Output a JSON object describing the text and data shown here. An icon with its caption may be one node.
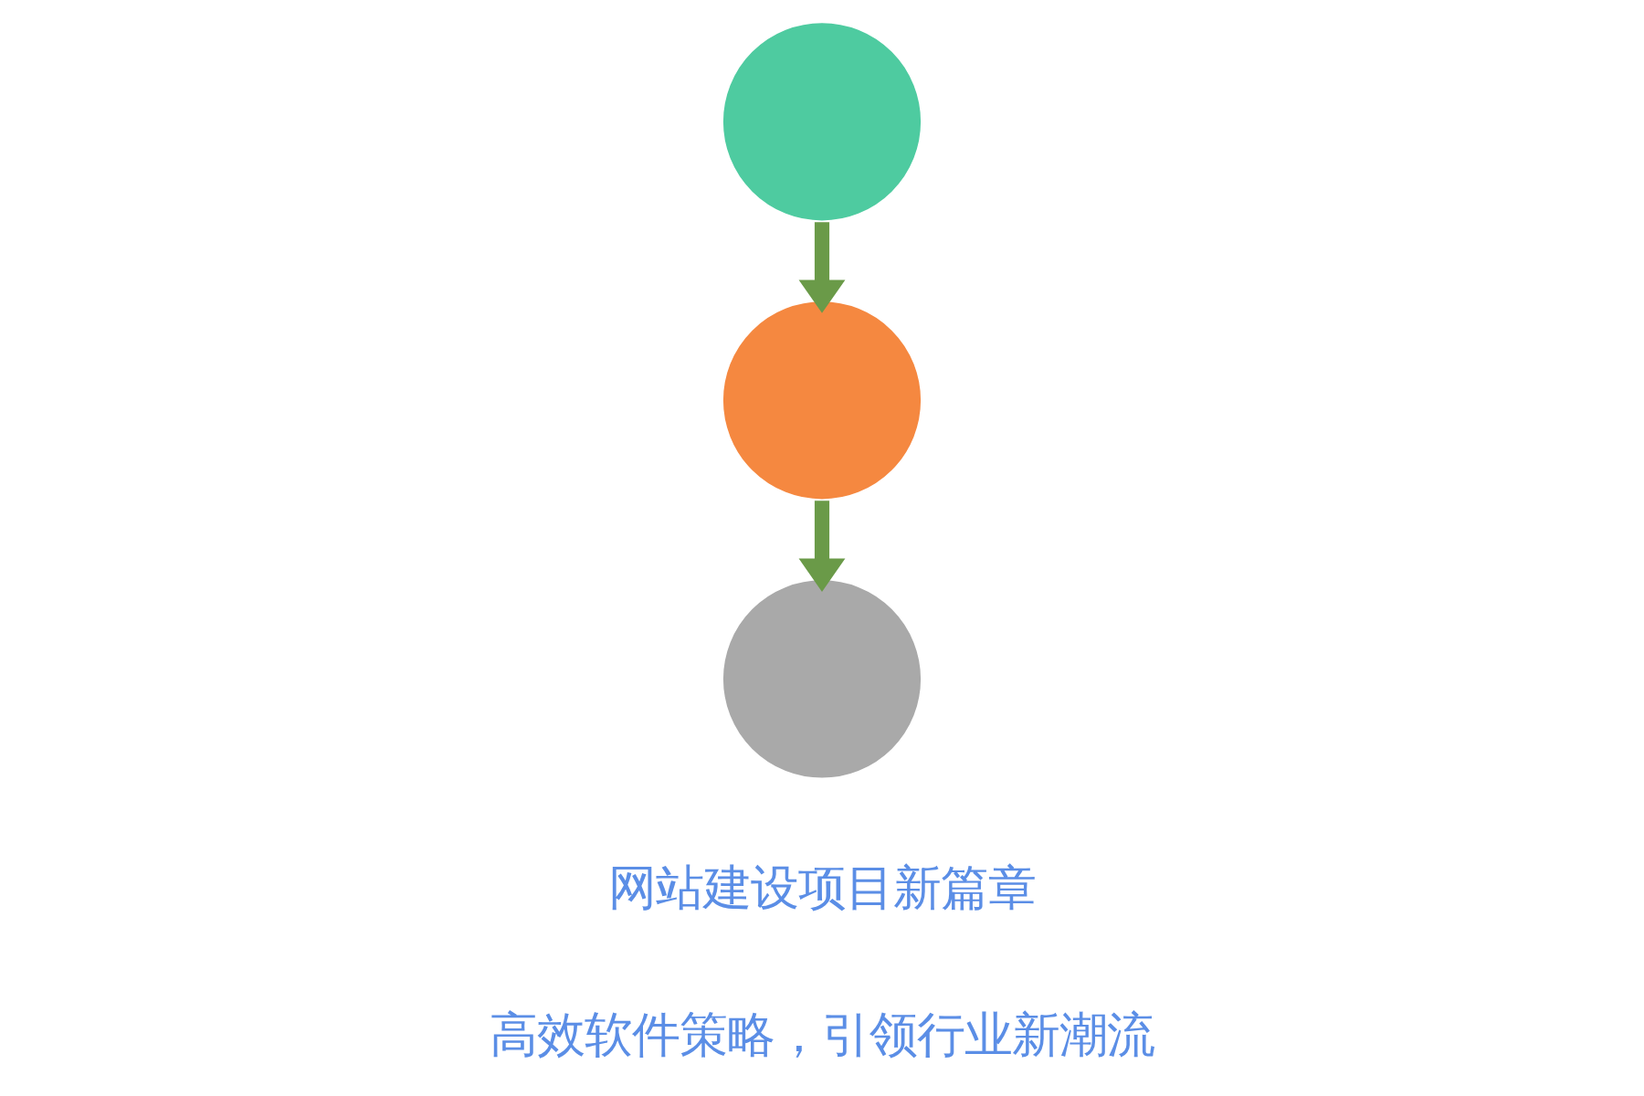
{
  "diagram": {
    "nodes": [
      {
        "text": [],
        "shape": "circle"
      },
      {
        "text": [],
        "shape": "circle"
      },
      {
        "text": [],
        "shape": "circle"
      }
    ],
    "edges": [
      {
        "from": 0,
        "to": 1,
        "arrow": "to"
      },
      {
        "from": 1,
        "to": 2,
        "arrow": "to"
      }
    ],
    "labels": [
      "网站建设项目新篇章",
      "高效软件策略，引领行业新潮流"
    ]
  }
}
